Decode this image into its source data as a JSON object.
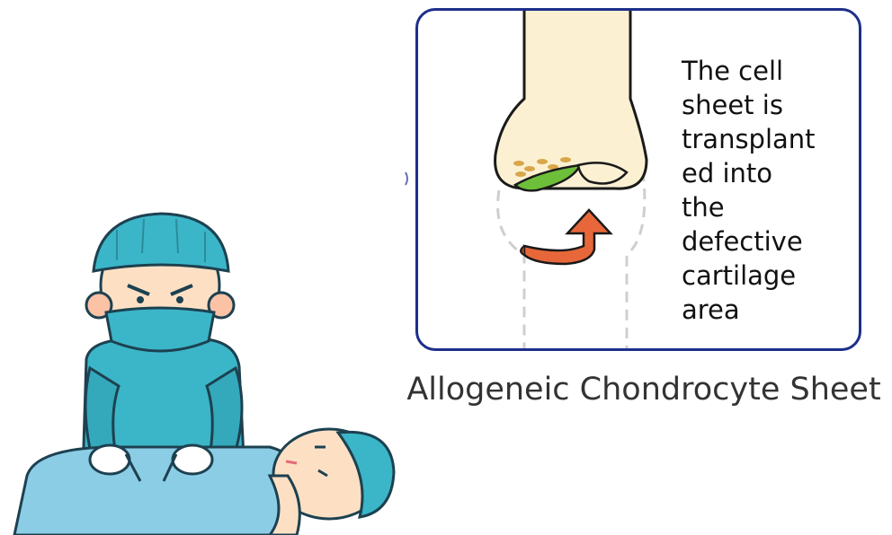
{
  "diagram": {
    "caption": "The cell\nsheet is\ntransplant\ned into\nthe\ndefective\ncartilage\narea"
  },
  "figure": {
    "title": "Allogeneic Chondrocyte Sheet"
  },
  "illustration": {
    "subject": "surgeon-operating-on-patient"
  },
  "colors": {
    "frame": "#1e2f8a",
    "bone": "#fbf1d2",
    "cell_sheet": "#6dbf3a",
    "arrow": "#e8673a",
    "surgical_blue": "#3bb6c8",
    "drape": "#8ccde6"
  }
}
